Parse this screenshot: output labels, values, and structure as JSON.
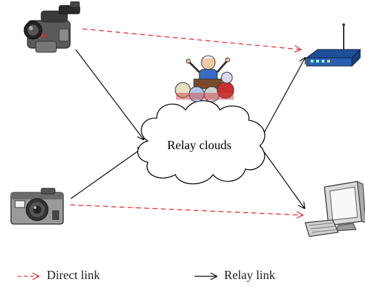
{
  "cloud": {
    "label": "Relay clouds"
  },
  "legend": {
    "direct_label": "Direct link",
    "relay_label": "Relay link"
  },
  "colors": {
    "direct_link": "#e8262b",
    "relay_link": "#000000",
    "router_blue": "#2a5fb0"
  },
  "icons": [
    "video-camera-icon",
    "photo-camera-icon",
    "wifi-router-icon",
    "desktop-computer-icon",
    "audience-crowd-icon"
  ]
}
